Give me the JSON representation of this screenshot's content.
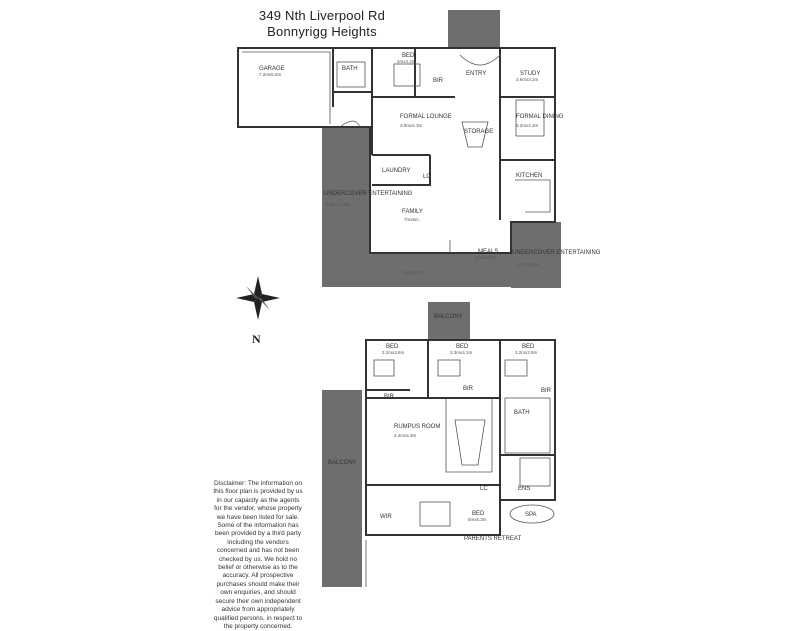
{
  "address": {
    "line1": "349 Nth Liverpool Rd",
    "line2": "Bonnyrigg Heights"
  },
  "ground_floor": {
    "rooms": [
      {
        "name": "GARAGE",
        "dims": "7.2mx5.8m"
      },
      {
        "name": "BATH",
        "dims": ""
      },
      {
        "name": "BED",
        "dims": "4mx3.2m"
      },
      {
        "name": "BIR",
        "dims": ""
      },
      {
        "name": "ENTRY",
        "dims": ""
      },
      {
        "name": "STUDY",
        "dims": "3.6mx3.2m"
      },
      {
        "name": "FORMAL LOUNGE",
        "dims": "3.9mx4.3m"
      },
      {
        "name": "STORAGE",
        "dims": ""
      },
      {
        "name": "FORMAL DINING",
        "dims": "3.2mx4.3m"
      },
      {
        "name": "LAUNDRY",
        "dims": ""
      },
      {
        "name": "LC",
        "dims": ""
      },
      {
        "name": "KITCHEN",
        "dims": ""
      },
      {
        "name": "UNDERCOVER ENTERTAINING",
        "dims": "3.8mx17.8m"
      },
      {
        "name": "FAMILY",
        "dims": "7mx6m"
      },
      {
        "name": "MEALS",
        "dims": "3.1mx2.9m"
      },
      {
        "name": "UNDERCOVER ENTERTAINING",
        "dims": "3.7mx5.1m"
      }
    ],
    "bottom_dim": "2.5mx17m"
  },
  "compass": {
    "label": "N"
  },
  "first_floor": {
    "rooms": [
      {
        "name": "BALCONY",
        "dims": ""
      },
      {
        "name": "BED",
        "dims": "3.2mx3.6m"
      },
      {
        "name": "BED",
        "dims": "3.3mx4.1m"
      },
      {
        "name": "BED",
        "dims": "3.2mx3.8m"
      },
      {
        "name": "BIR",
        "dims": ""
      },
      {
        "name": "BIR",
        "dims": ""
      },
      {
        "name": "BIR",
        "dims": ""
      },
      {
        "name": "BATH",
        "dims": ""
      },
      {
        "name": "RUMPUS ROOM",
        "dims": "4.4mx5.3m"
      },
      {
        "name": "BALCONY",
        "dims": ""
      },
      {
        "name": "LC",
        "dims": ""
      },
      {
        "name": "ENS",
        "dims": ""
      },
      {
        "name": "WIR",
        "dims": ""
      },
      {
        "name": "BED",
        "dims": "5mx5.3m"
      },
      {
        "name": "SPA",
        "dims": ""
      },
      {
        "name": "PARENTS RETREAT",
        "dims": ""
      }
    ]
  },
  "disclaimer": "Disclaimer: The information on this floor plan is provided by us in our capacity as the agents for the vendor, whose property we have been listed for sale. Some of the information has been provided by a third party including the vendors concerned and has not been checked by us. We hold no belief or otherwise as to the accuracy. All prospective purchases should make their own enquiries, and should secure their own independent advice from appropriately qualified persons, in respect to the property concerned."
}
